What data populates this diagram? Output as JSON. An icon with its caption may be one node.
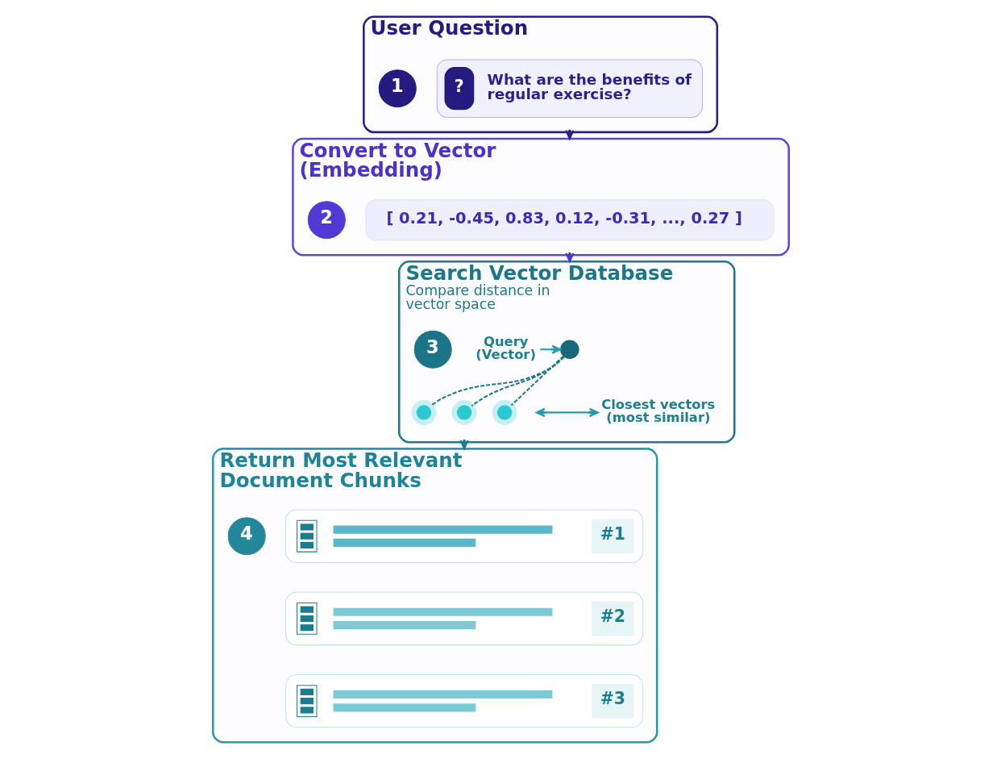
{
  "diagram": {
    "nodes": [
      {
        "text": [
          "User Question"
        ]
      },
      {
        "text": [
          "1"
        ],
        "in": 0
      },
      {
        "text": [
          "?",
          "What are the benefits of regular exercise?"
        ],
        "in": 0
      },
      {
        "text": [
          "Convert to Vector (Embedding)"
        ]
      },
      {
        "text": [
          "2"
        ],
        "in": 3
      },
      {
        "text": [
          "[ 0.21, -0.45, 0.83, 0.12, -0.31, ..., 0.27 ]"
        ],
        "in": 3
      },
      {
        "text": [
          "Search Vector Database",
          "Compare distance in vector space"
        ]
      },
      {
        "text": [
          "3"
        ],
        "in": 6
      },
      {
        "text": [
          "Query (Vector)"
        ],
        "in": 6
      },
      {
        "text": [],
        "shape": "circle",
        "in": 6
      },
      {
        "text": [],
        "shape": "circle",
        "in": 6
      },
      {
        "text": [],
        "shape": "circle",
        "in": 6
      },
      {
        "text": [],
        "shape": "circle",
        "in": 6
      },
      {
        "text": [
          "Closest vectors (most similar)"
        ],
        "in": 6
      },
      {
        "text": [
          "Return Most Relevant Document Chunks"
        ]
      },
      {
        "text": [
          "4"
        ],
        "in": 14
      },
      {
        "text": [
          "#1"
        ],
        "in": 14
      },
      {
        "text": [
          "#2"
        ],
        "in": 14
      },
      {
        "text": [
          "#3"
        ],
        "in": 14
      }
    ],
    "edges": [
      {
        "from": 0,
        "to": 3,
        "arrow": "to",
        "color": "#2b2185"
      },
      {
        "from": 3,
        "to": 6,
        "arrow": "to",
        "color": "#4b3ad0"
      },
      {
        "from": 6,
        "to": 14,
        "arrow": "to",
        "color": "#1d7a8c"
      },
      {
        "from": 8,
        "to": 9,
        "arrow": "to",
        "color": "#2a9aaa"
      },
      {
        "from": 9,
        "to": 10,
        "arrow": "none",
        "style": "dashed",
        "color": "#1d7a8c"
      },
      {
        "from": 9,
        "to": 11,
        "arrow": "none",
        "style": "dashed",
        "color": "#1d7a8c"
      },
      {
        "from": 9,
        "to": 12,
        "arrow": "none",
        "style": "dashed",
        "color": "#1d7a8c"
      },
      {
        "from": null,
        "to": 13,
        "arrow": "both",
        "color": "#2a9aaa"
      }
    ]
  }
}
